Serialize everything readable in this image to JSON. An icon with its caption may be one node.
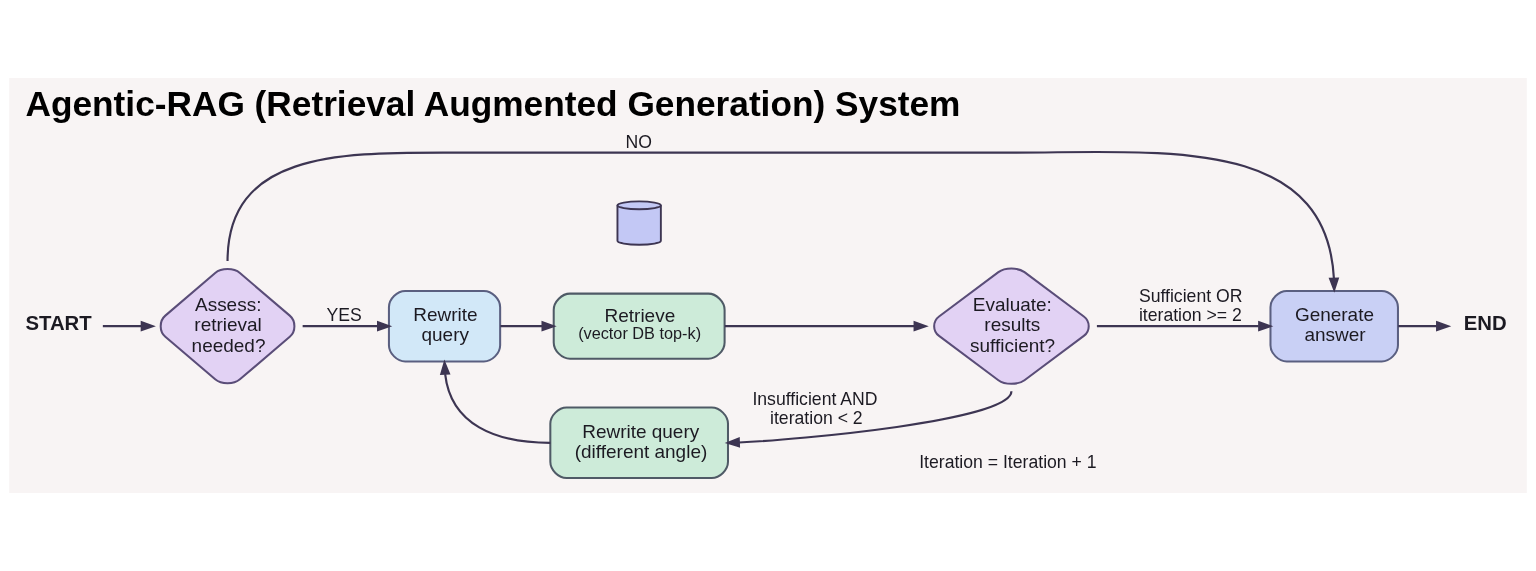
{
  "diagram": {
    "title": "Agentic-RAG (Retrieval Augmented Generation) System",
    "nodes": [
      {
        "text": [
          "START"
        ]
      },
      {
        "text": [
          "Assess: retrieval needed?"
        ]
      },
      {
        "text": [
          "Rewrite query"
        ]
      },
      {
        "text": [
          "Retrieve",
          "(vector DB top-k)"
        ]
      },
      {
        "text": [],
        "shape": "cylinder"
      },
      {
        "text": [
          "Evaluate: results sufficient?"
        ]
      },
      {
        "text": [
          "Generate answer"
        ]
      },
      {
        "text": [
          "END"
        ]
      },
      {
        "text": [
          "Rewrite query (different angle)"
        ]
      }
    ],
    "edges": [
      {
        "from": 0,
        "to": 1,
        "arrow": "to"
      },
      {
        "from": 1,
        "to": 2,
        "arrow": "to",
        "label": "YES"
      },
      {
        "from": 1,
        "to": 6,
        "arrow": "to",
        "label": "NO"
      },
      {
        "from": 2,
        "to": 3,
        "arrow": "to"
      },
      {
        "from": 3,
        "to": 5,
        "arrow": "to"
      },
      {
        "from": 5,
        "to": 6,
        "arrow": "to",
        "label": "Sufficient OR iteration >= 2"
      },
      {
        "from": 6,
        "to": 7,
        "arrow": "to"
      },
      {
        "from": 5,
        "to": 8,
        "arrow": "to",
        "label": "Insufficient AND iteration < 2"
      },
      {
        "from": 8,
        "to": 2,
        "arrow": "to"
      }
    ],
    "labels": [
      "Iteration = Iteration + 1"
    ]
  }
}
